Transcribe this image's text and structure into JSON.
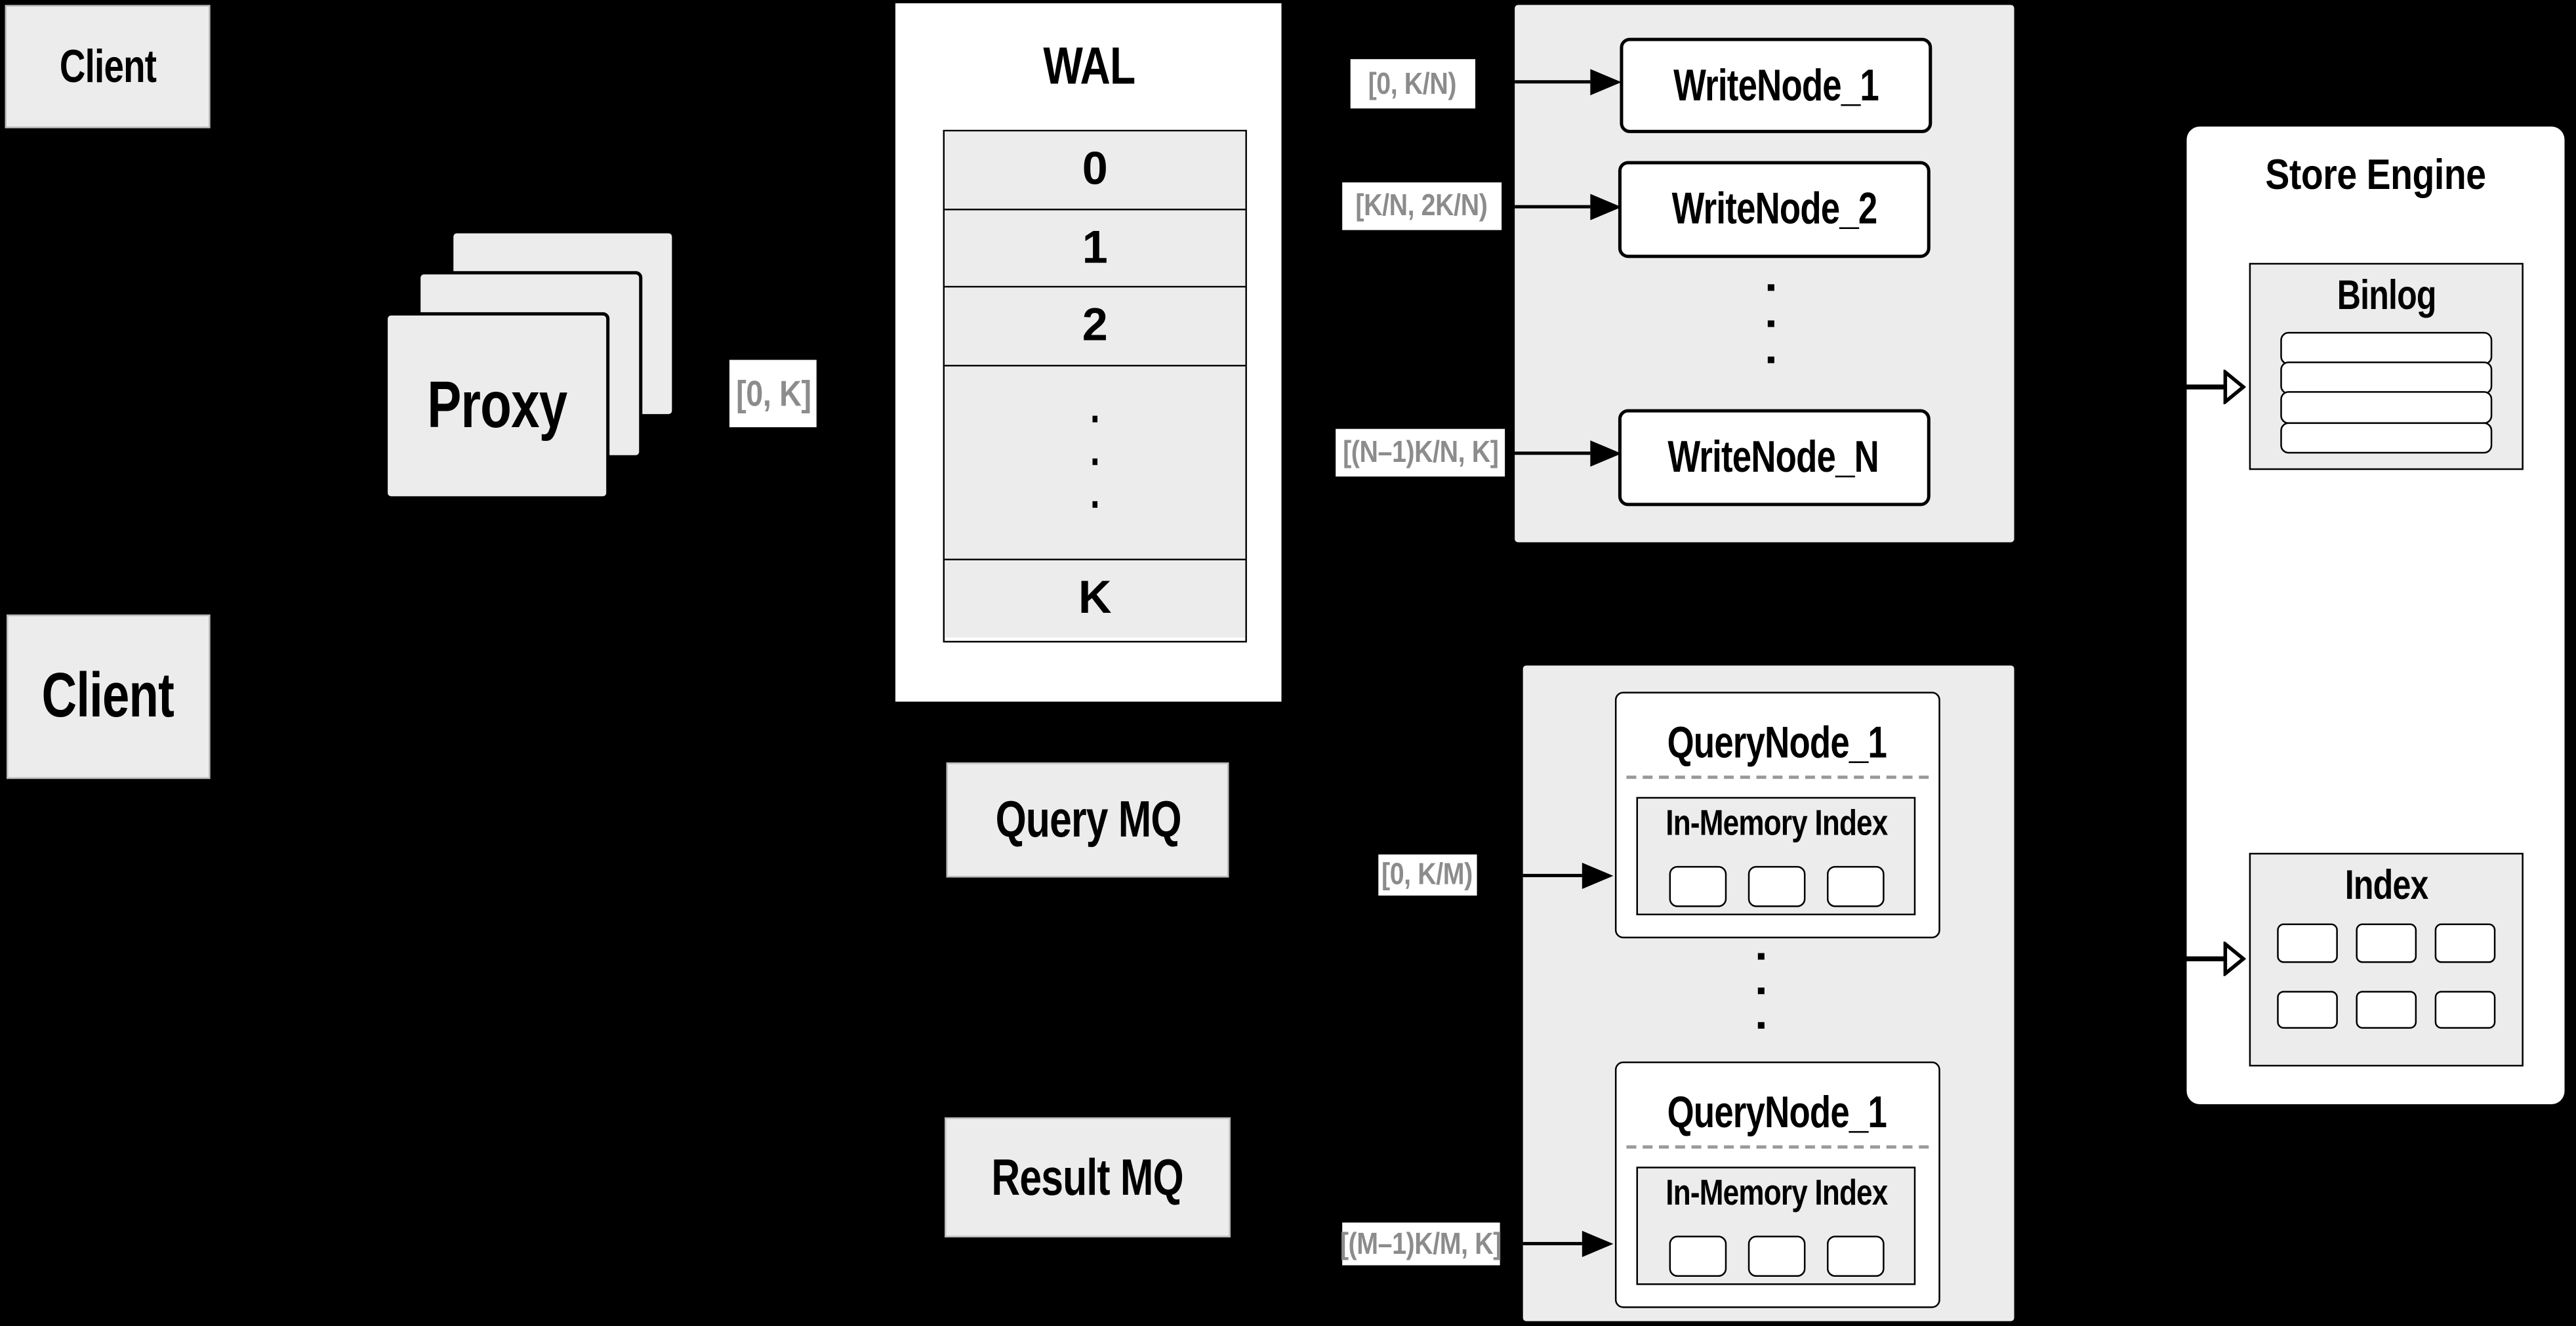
{
  "clients": {
    "top": "Client",
    "bottom": "Client"
  },
  "proxy": {
    "label": "Proxy"
  },
  "flow_labels": {
    "proxy_to_wal": "[0, K]",
    "wal_to_write_1": "[0,  K/N)",
    "wal_to_write_2": "[K/N, 2K/N)",
    "wal_to_write_n": "[(N–1)K/N,  K]",
    "query_to_node_1": "[0, K/M)",
    "query_to_node_m": "[(M–1)K/M, K]"
  },
  "wal": {
    "title": "WAL",
    "rows": [
      "0",
      "1",
      "2"
    ],
    "last_row": "K"
  },
  "write_group": {
    "nodes": [
      "WriteNode_1",
      "WriteNode_2",
      "WriteNode_N"
    ]
  },
  "query_group": {
    "nodes": [
      {
        "title": "QueryNode_1",
        "index_label": "In-Memory Index"
      },
      {
        "title": "QueryNode_1",
        "index_label": "In-Memory Index"
      }
    ]
  },
  "mq": {
    "query": "Query MQ",
    "result": "Result MQ"
  },
  "store_engine": {
    "title": "Store Engine",
    "binlog": "Binlog",
    "index": "Index"
  },
  "colors": {
    "background": "#000000",
    "panel_gray": "#ececec",
    "panel_white": "#ffffff",
    "stroke": "#000000",
    "label_text": "#8c8c8c",
    "dashed_separator": "#9a9a9a"
  }
}
